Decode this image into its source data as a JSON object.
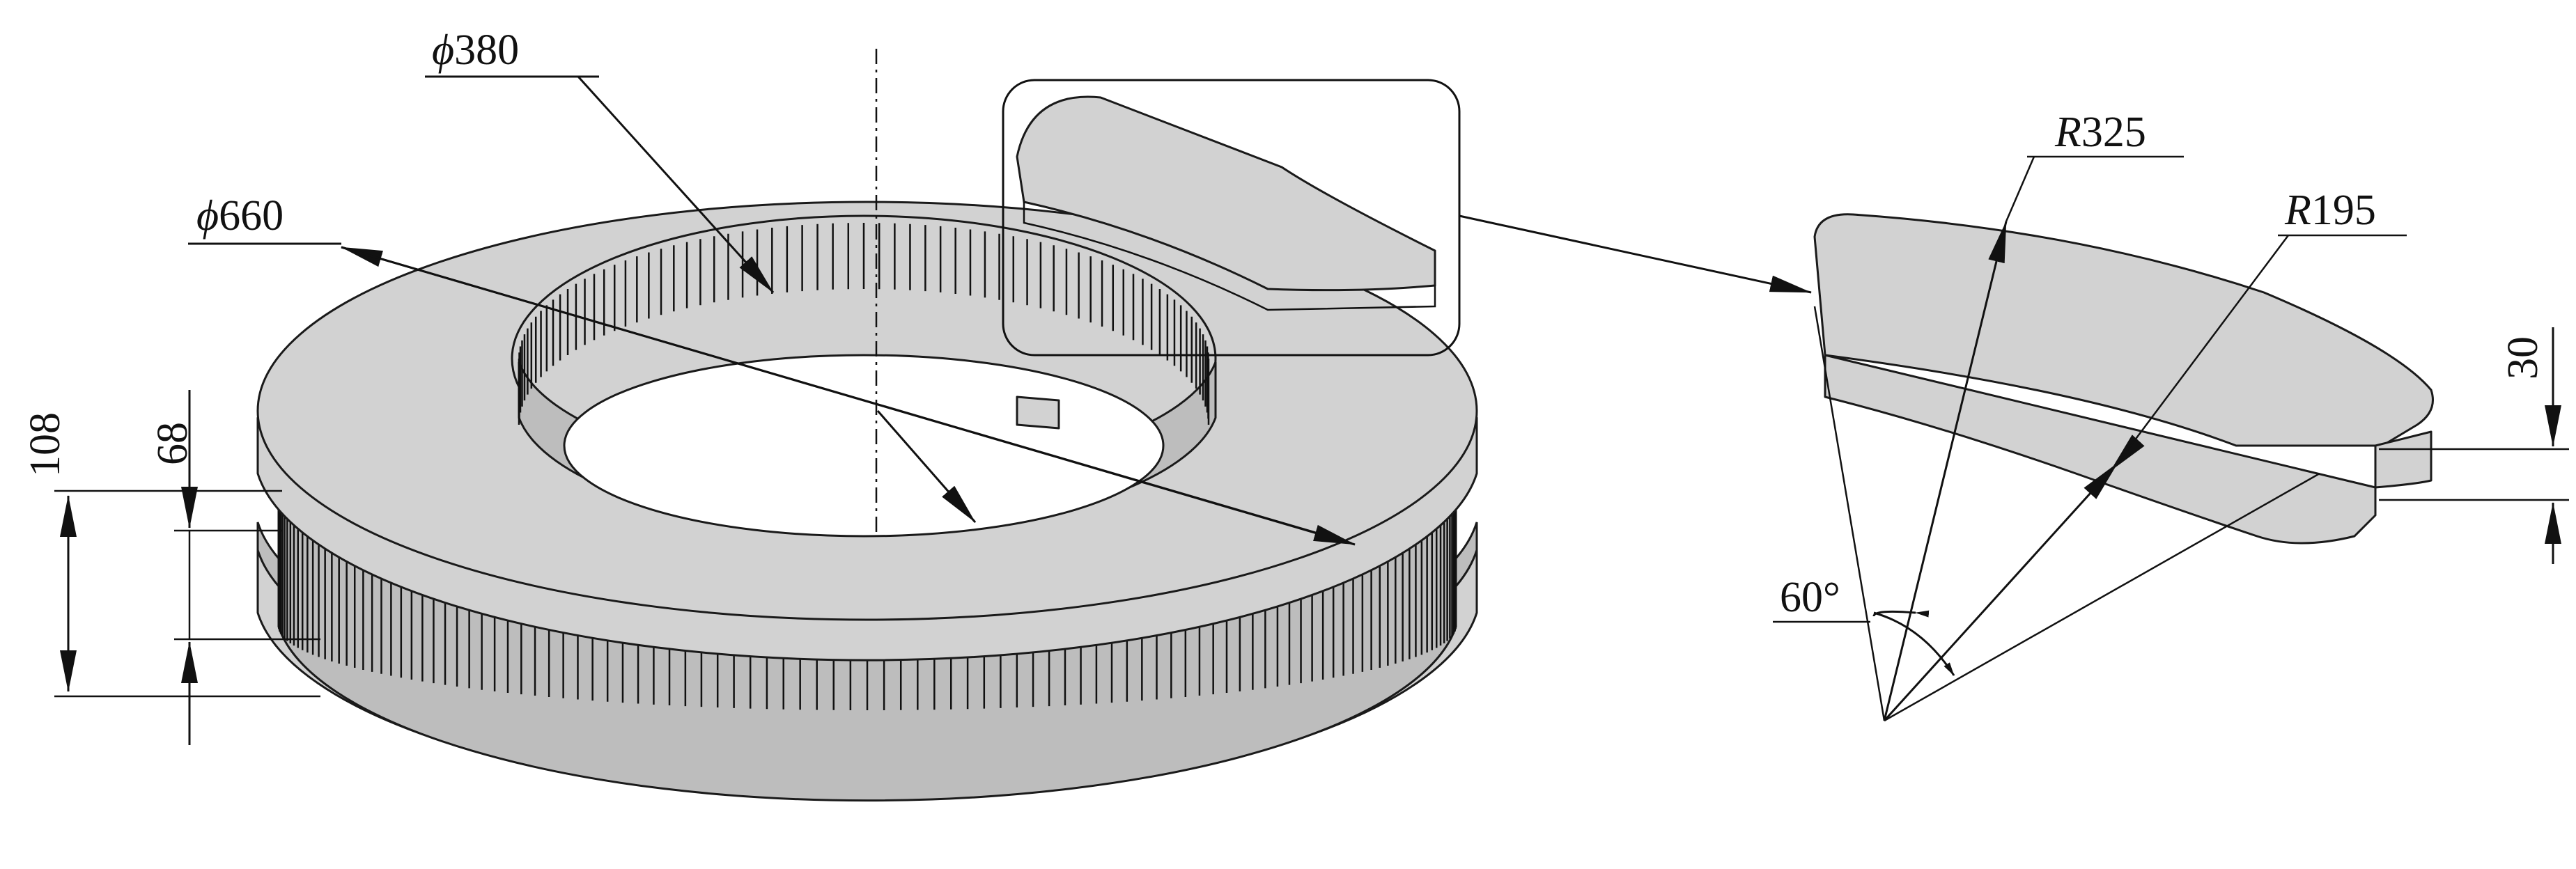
{
  "figure": {
    "labels": {
      "d380": "380",
      "d660": "660",
      "h108": "108",
      "h68": "68",
      "r325": "325",
      "r195": "195",
      "t30": "30",
      "angle60": "60°",
      "phi_symbol": "ϕ",
      "radius_symbol": "R"
    }
  }
}
